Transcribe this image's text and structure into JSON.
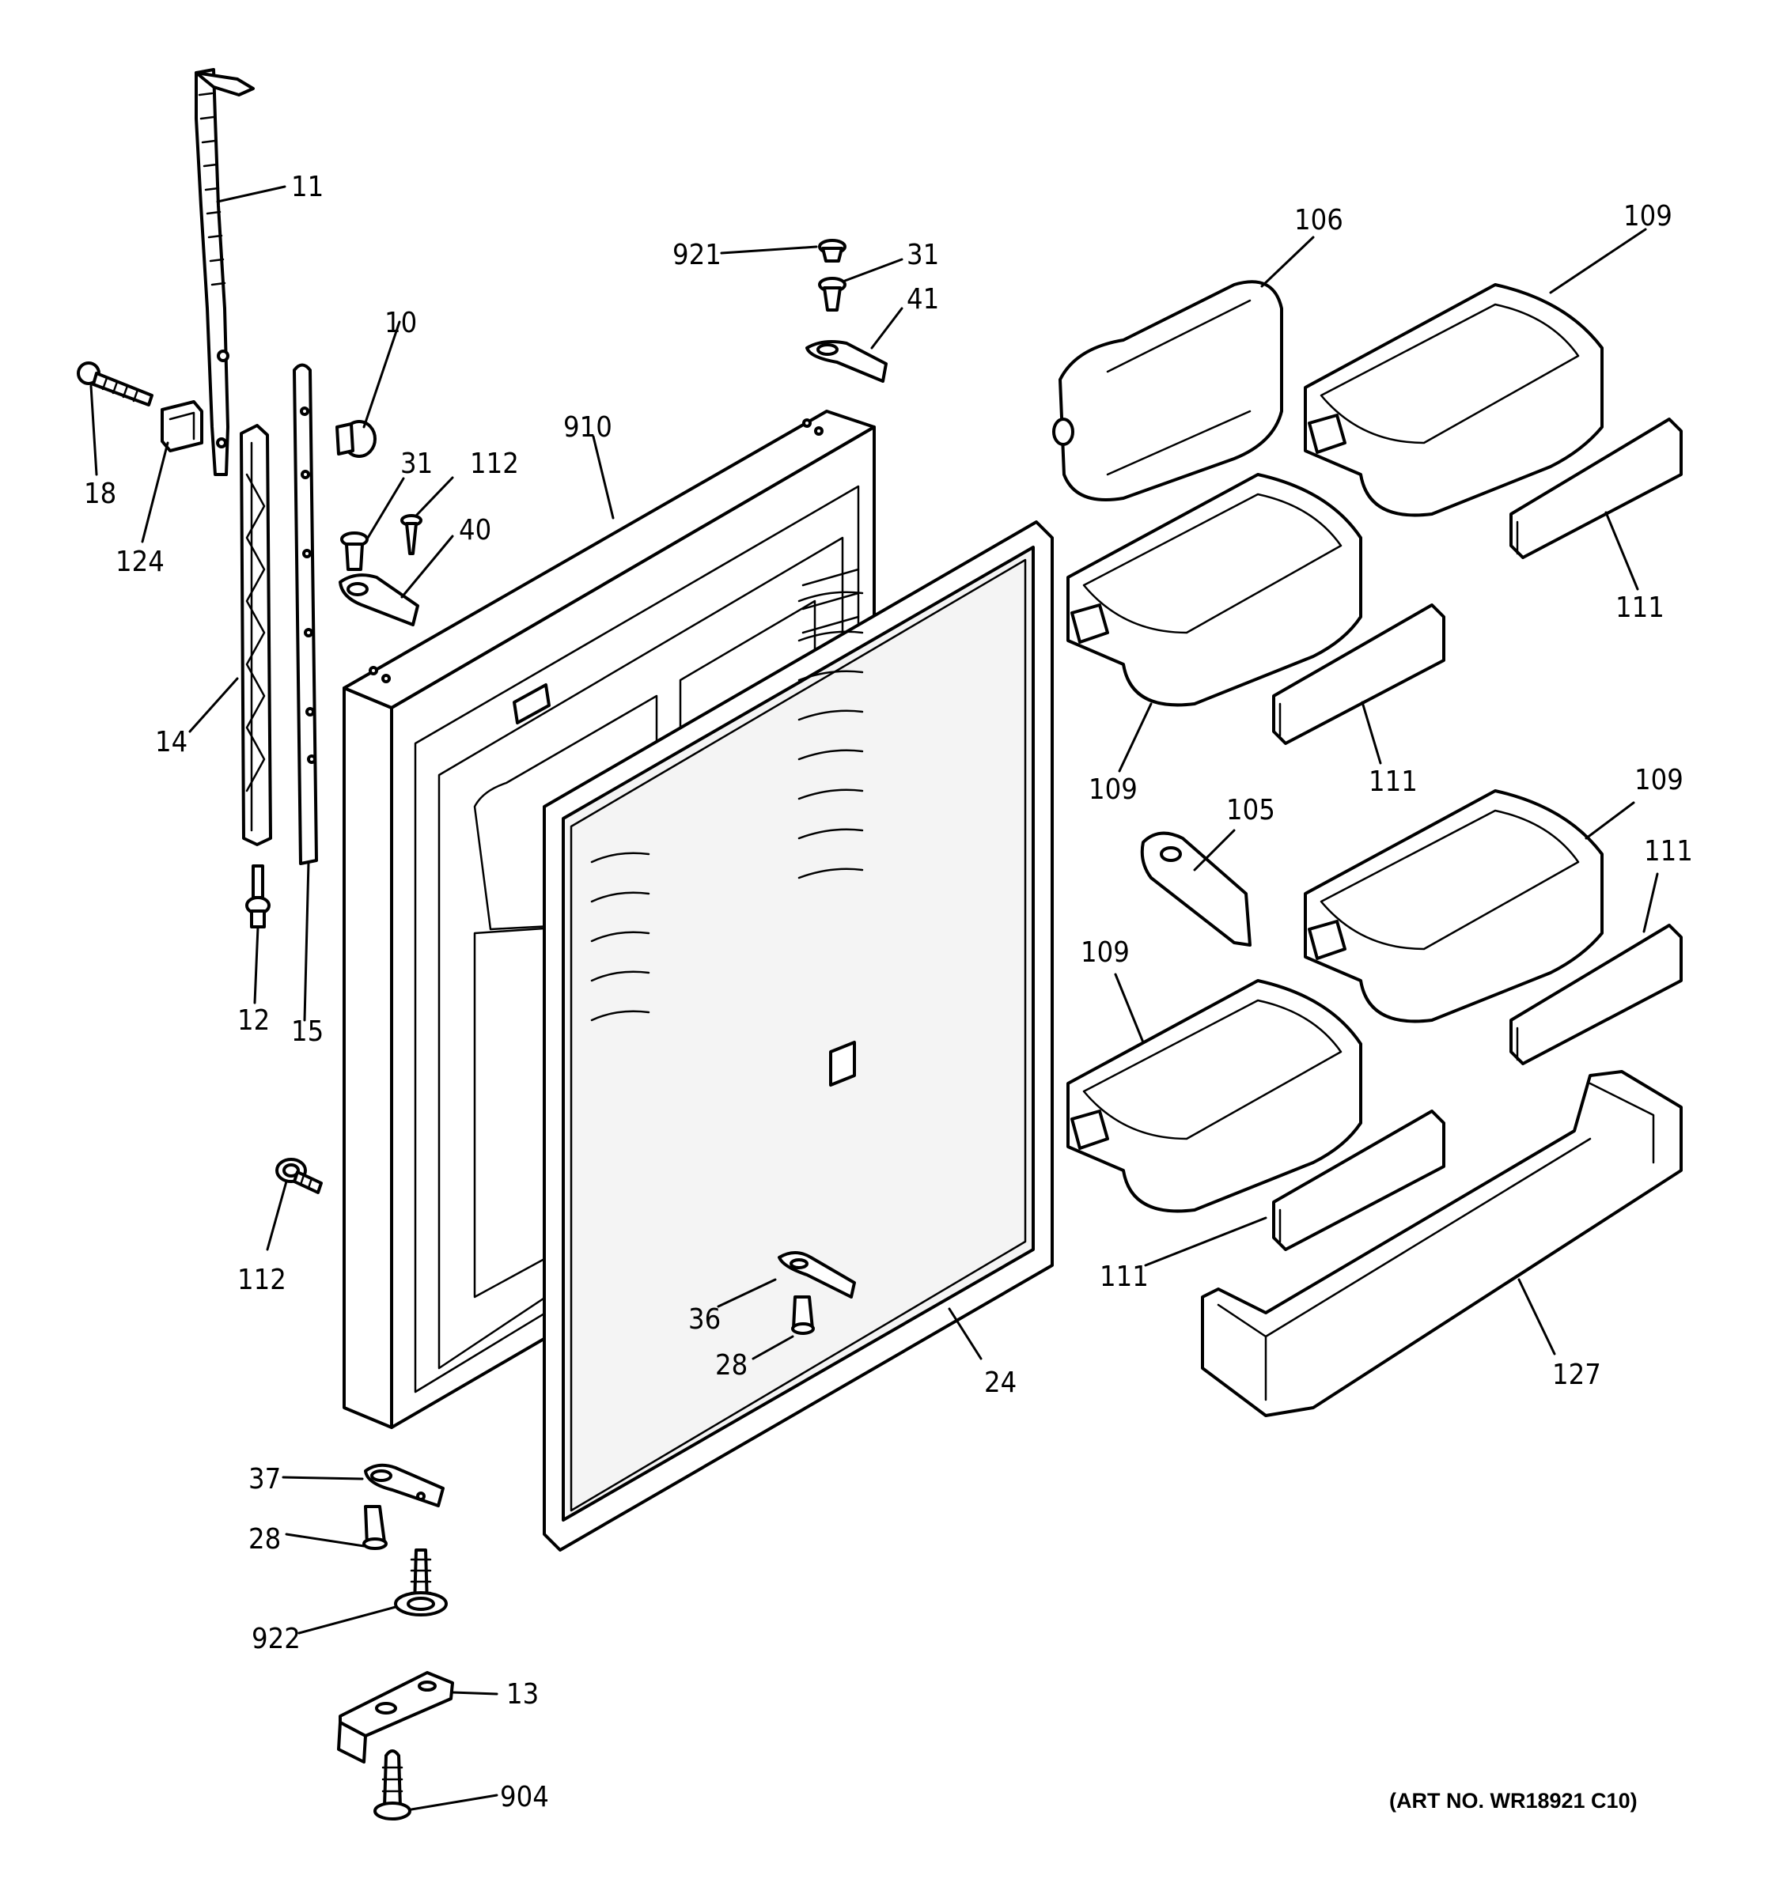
{
  "colors": {
    "line": "#000000",
    "background": "#ffffff"
  },
  "labels": {
    "p11": "11",
    "p18": "18",
    "p124": "124",
    "p10": "10",
    "p31a": "31",
    "p112a": "112",
    "p40": "40",
    "p910": "910",
    "p921": "921",
    "p31b": "31",
    "p41": "41",
    "p14": "14",
    "p12": "12",
    "p15": "15",
    "p112b": "112",
    "p106": "106",
    "p109a": "109",
    "p111a": "111",
    "p109b": "109",
    "p111b": "111",
    "p105": "105",
    "p109c": "109",
    "p111c": "111",
    "p109d": "109",
    "p111d": "111",
    "p127": "127",
    "p36": "36",
    "p28a": "28",
    "p24": "24",
    "p37": "37",
    "p28b": "28",
    "p922": "922",
    "p13": "13",
    "p904": "904"
  },
  "art_number": "(ART NO. WR18921 C10)"
}
